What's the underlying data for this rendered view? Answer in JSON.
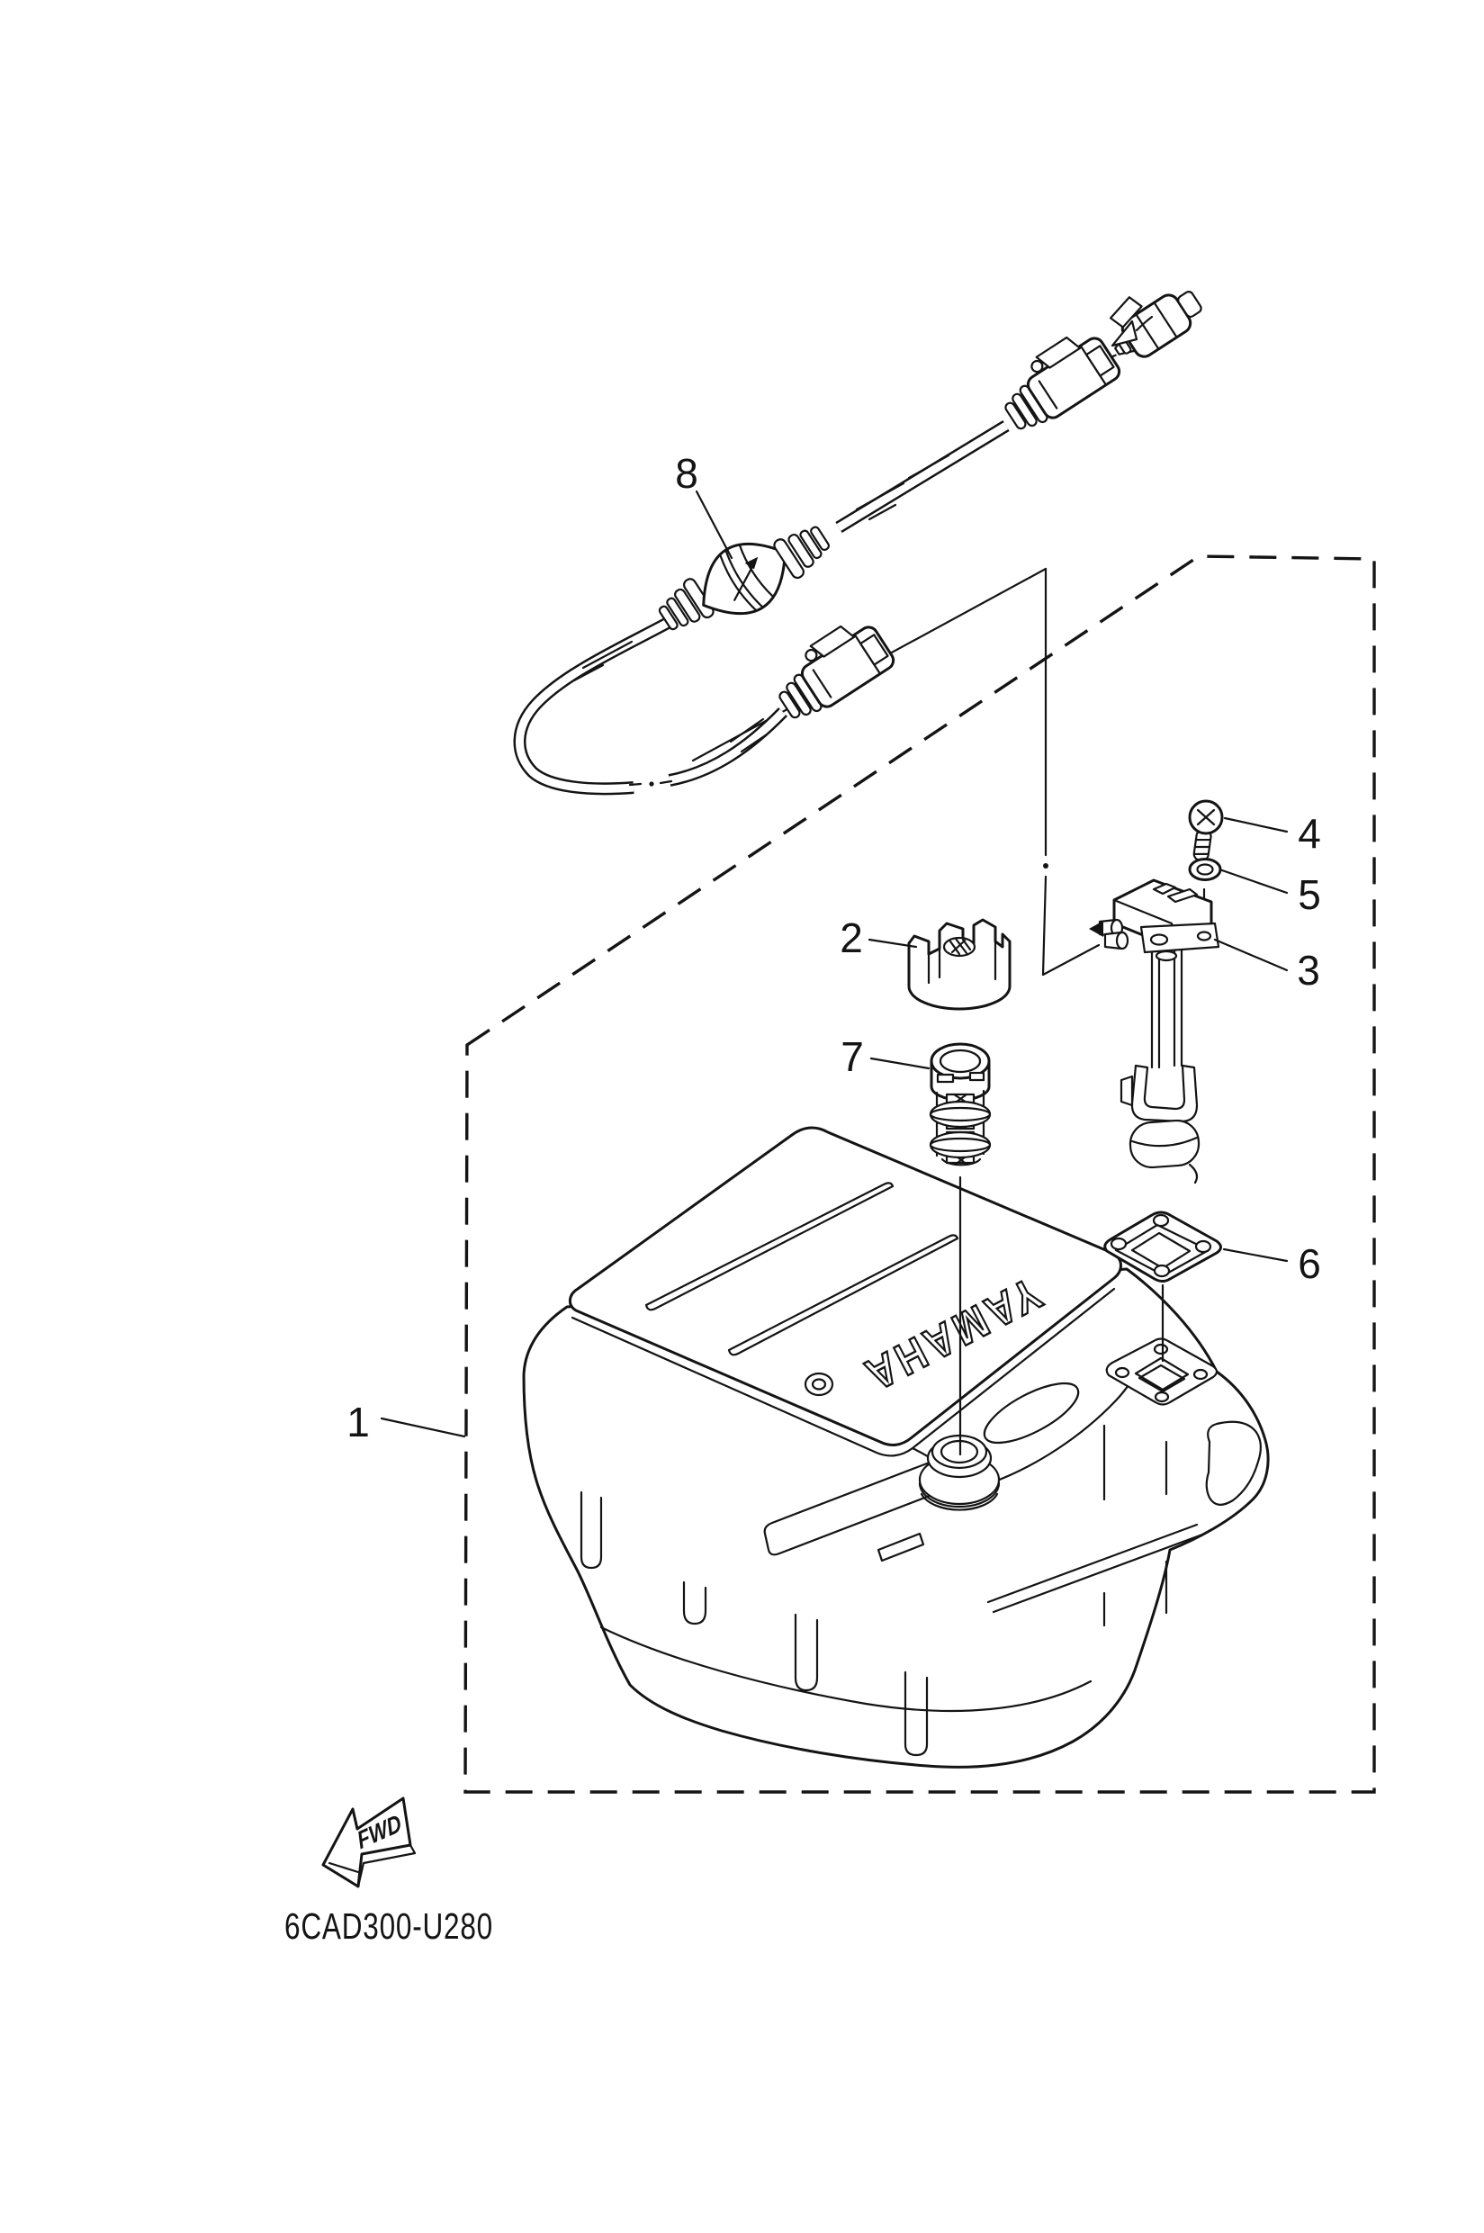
{
  "diagram": {
    "background_color": "#ffffff",
    "line_color": "#141414",
    "drawing_code": "6CAD300-U280",
    "fwd_label": "FWD",
    "brand_embossed": "YAMAHA",
    "callouts": [
      {
        "number": "1"
      },
      {
        "number": "2"
      },
      {
        "number": "3"
      },
      {
        "number": "4"
      },
      {
        "number": "5"
      },
      {
        "number": "6"
      },
      {
        "number": "7"
      },
      {
        "number": "8"
      }
    ]
  }
}
